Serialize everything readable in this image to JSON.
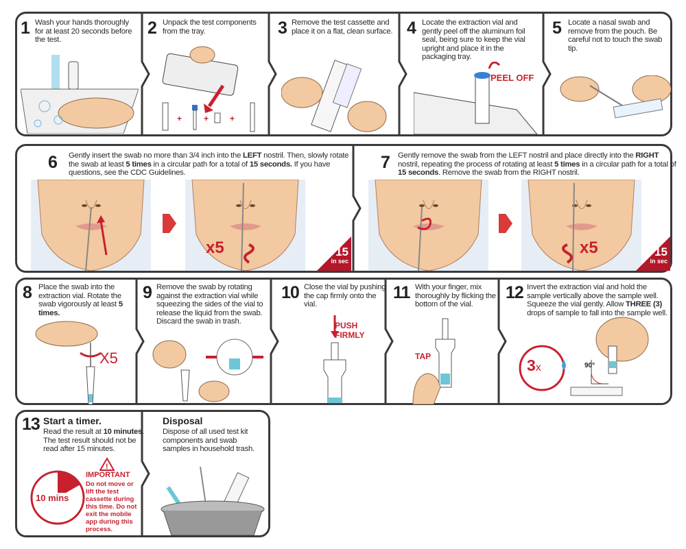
{
  "colors": {
    "accent": "#c8202e",
    "border": "#3a3a3a",
    "skin": "#f2c9a0",
    "liquid": "#6cc6d6"
  },
  "steps": [
    {
      "num": "1",
      "segments": [
        {
          "t": "Wash your hands thoroughly for at least 20 seconds before the test."
        }
      ]
    },
    {
      "num": "2",
      "segments": [
        {
          "t": "Unpack the test components from the tray."
        }
      ]
    },
    {
      "num": "3",
      "segments": [
        {
          "t": "Remove the test cassette and place it on a flat, clean surface."
        }
      ]
    },
    {
      "num": "4",
      "segments": [
        {
          "t": "Locate the extraction vial and gently peel off the aluminum foil seal, being sure to keep the vial upright and place it in the packaging tray."
        }
      ],
      "label": "PEEL OFF"
    },
    {
      "num": "5",
      "segments": [
        {
          "t": "Locate a nasal swab and remove from the pouch. Be careful not to touch the swab tip."
        }
      ]
    },
    {
      "num": "6",
      "segments": [
        {
          "t": "Gently insert the swab no more than 3/4 inch into the "
        },
        {
          "t": "LEFT",
          "b": true
        },
        {
          "t": " nostril. Then, slowly rotate the swab at least "
        },
        {
          "t": "5 times",
          "b": true
        },
        {
          "t": " in a circular path for a total of "
        },
        {
          "t": "15 seconds.",
          "b": true
        },
        {
          "t": " If you have questions, see the CDC Guidelines."
        }
      ],
      "count": "x5",
      "timer_num": "15",
      "timer_unit": "in sec"
    },
    {
      "num": "7",
      "segments": [
        {
          "t": "Gently remove the swab from the LEFT nostril and place directly into the "
        },
        {
          "t": "RIGHT",
          "b": true
        },
        {
          "t": " nostril, repeating the process of rotating at least "
        },
        {
          "t": "5 times",
          "b": true
        },
        {
          "t": " in a circular path for a total of "
        },
        {
          "t": "15 seconds",
          "b": true
        },
        {
          "t": ". Remove the swab from the RIGHT nostril."
        }
      ],
      "count": "x5",
      "timer_num": "15",
      "timer_unit": "in sec"
    },
    {
      "num": "8",
      "segments": [
        {
          "t": "Place the swab into the extraction vial. Rotate the swab vigorously at least "
        },
        {
          "t": "5 times.",
          "b": true
        }
      ],
      "count": "X5"
    },
    {
      "num": "9",
      "segments": [
        {
          "t": "Remove the swab by rotating against the extraction vial while squeezing the sides of the vial to release the liquid from the swab. Discard the swab in trash."
        }
      ]
    },
    {
      "num": "10",
      "segments": [
        {
          "t": "Close the vial by pushing the cap firmly onto the vial."
        }
      ],
      "label": "PUSH FIRMLY"
    },
    {
      "num": "11",
      "segments": [
        {
          "t": "With your finger, mix thoroughly by flicking the bottom of the vial."
        }
      ],
      "label": "TAP"
    },
    {
      "num": "12",
      "segments": [
        {
          "t": "Invert the extraction vial and hold the sample vertically above the sample well. Squeeze the vial gently. Allow "
        },
        {
          "t": "THREE (3)",
          "b": true
        },
        {
          "t": " drops of sample to fall into the sample well."
        }
      ],
      "drops": "3",
      "drops_x": "x",
      "angle": "90°"
    },
    {
      "num": "13",
      "title": "Start a timer.",
      "segments": [
        {
          "t": "Read the result at "
        },
        {
          "t": "10 minutes",
          "b": true
        },
        {
          "t": ". The test result should not be read after 15 minutes."
        }
      ],
      "timer": "10 mins",
      "important_title": "IMPORTANT",
      "important_text": "Do not move or lift the test cassette during this time. Do not exit the mobile app during this process."
    }
  ],
  "disposal": {
    "title": "Disposal",
    "text": "Dispose of all used test kit components and swab samples in household trash."
  }
}
